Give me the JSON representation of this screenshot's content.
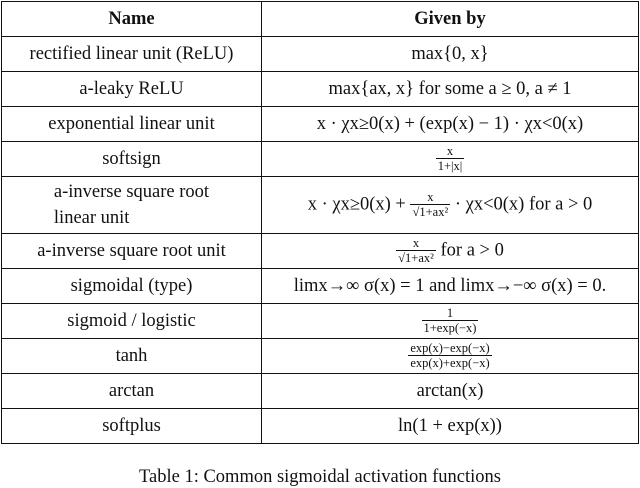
{
  "table": {
    "headers": [
      "Name",
      "Given by"
    ],
    "rows": [
      {
        "name": "rectified linear unit (ReLU)",
        "formula": "max{0, x}"
      },
      {
        "name": "a-leaky ReLU",
        "formula": "max{ax, x} for some a ≥ 0, a ≠ 1"
      },
      {
        "name": "exponential linear unit",
        "formula": "x · χx≥0(x) + (exp(x) − 1) · χx<0(x)"
      },
      {
        "name": "softsign",
        "formula_num": "x",
        "formula_den": "1+|x|"
      },
      {
        "name": "a-inverse square root linear unit",
        "name_line1": "a-inverse square root",
        "name_line2": "linear unit",
        "formula_pre": "x · χx≥0(x) +",
        "formula_num": "x",
        "formula_den": "√1+ax²",
        "formula_post": "· χx<0(x) for a > 0"
      },
      {
        "name": "a-inverse square root unit",
        "formula_num": "x",
        "formula_den": "√1+ax²",
        "formula_post": "for a > 0"
      },
      {
        "name": "sigmoidal (type)",
        "formula": "limx→∞ σ(x) = 1 and limx→−∞ σ(x) = 0."
      },
      {
        "name": "sigmoid / logistic",
        "formula_num": "1",
        "formula_den": "1+exp(−x)"
      },
      {
        "name": "tanh",
        "formula_num": "exp(x)−exp(−x)",
        "formula_den": "exp(x)+exp(−x)"
      },
      {
        "name": "arctan",
        "formula": "arctan(x)"
      },
      {
        "name": "softplus",
        "formula": "ln(1 + exp(x))"
      }
    ]
  },
  "caption": "Table 1: Common sigmoidal activation functions"
}
